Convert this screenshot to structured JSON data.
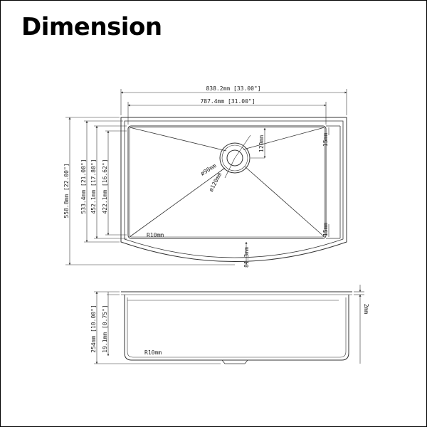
{
  "title": "Dimension",
  "colors": {
    "line": "#333333",
    "text": "#222222"
  },
  "top_view": {
    "overall_width": "838.2mm [33.00\"]",
    "bowl_width": "787.4mm [31.00\"]",
    "overall_depth": "558.8mm [22.00\"]",
    "depth_533": "533.4mm [21.00\"]",
    "depth_452": "452.1mm [17.80\"]",
    "depth_422": "422.1mm [16.62\"]",
    "drain_inner": "ø90mm",
    "drain_outer": "ø120mm",
    "drain_offset": "120mm",
    "lip_top": "15mm",
    "lip_bottom": "15mm",
    "corner_radius": "R10mm",
    "apron_curve": "81.3mm"
  },
  "side_view": {
    "height": "254mm [10.00\"]",
    "flange": "19.1mm [0.75\"]",
    "thickness": "2mm",
    "corner_radius": "R10mm"
  }
}
